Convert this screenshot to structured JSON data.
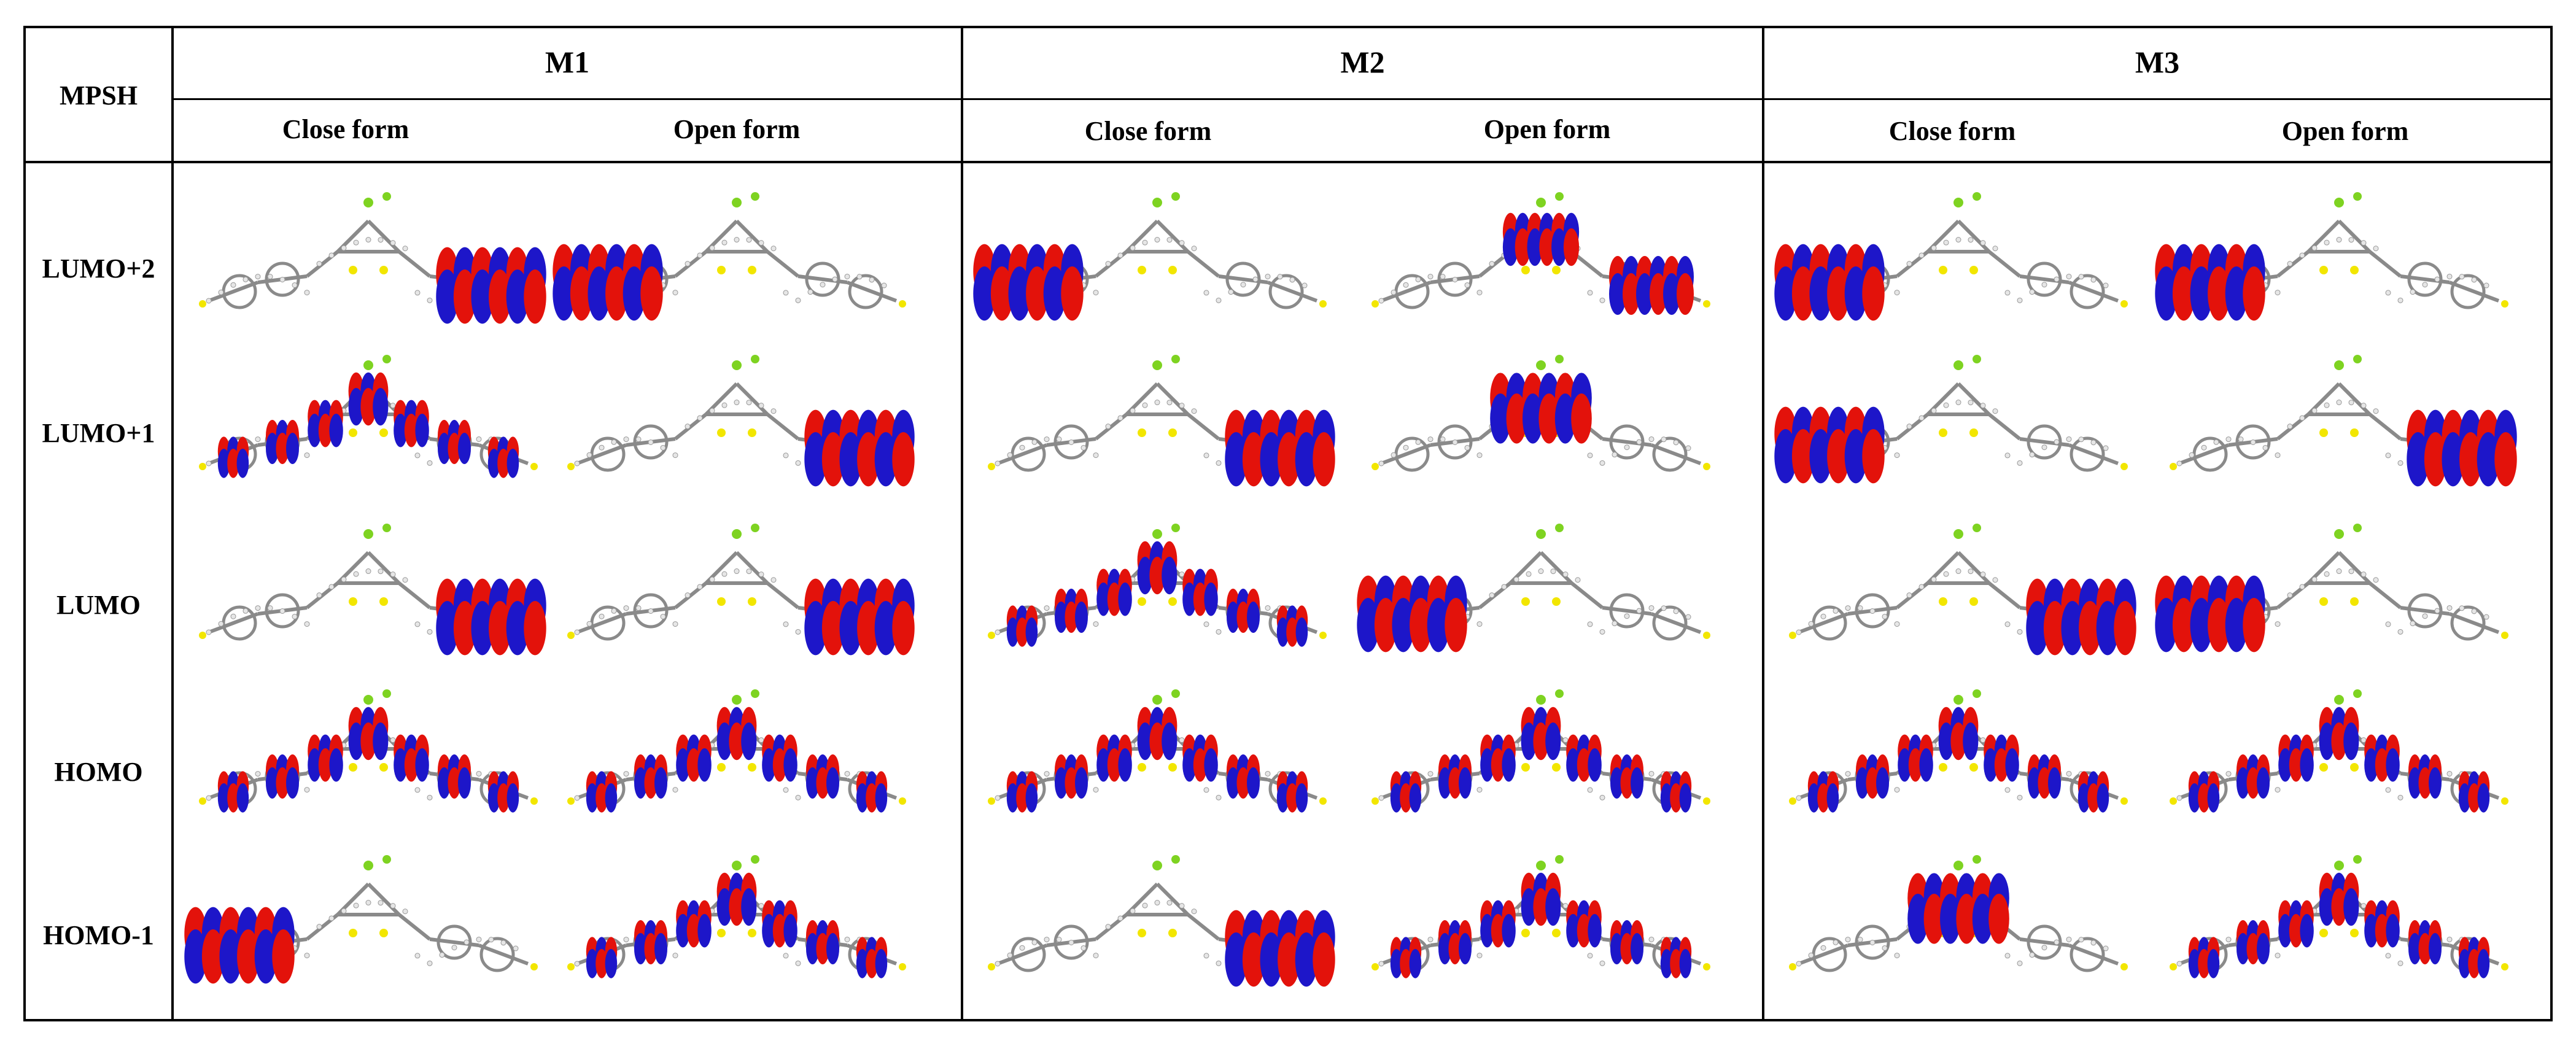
{
  "corner_label": "MPSH",
  "molecules": [
    {
      "name": "M1",
      "forms": [
        "Close form",
        "Open form"
      ]
    },
    {
      "name": "M2",
      "forms": [
        "Close form",
        "Open form"
      ]
    },
    {
      "name": "M3",
      "forms": [
        "Close form",
        "Open form"
      ]
    }
  ],
  "orbitals": [
    "LUMO+2",
    "LUMO+1",
    "LUMO",
    "HOMO",
    "HOMO-1"
  ],
  "colors": {
    "lobe_positive": "#e3120b",
    "lobe_negative": "#1d16c9",
    "carbon": "#8a8a8a",
    "hydrogen": "#e6e6e6",
    "fluorine": "#7ed321",
    "sulfur": "#f2e600",
    "grid": "#000000"
  },
  "cells": [
    [
      [
        {
          "lobes": "right"
        },
        {
          "lobes": "left"
        },
        {
          "lobes": "left"
        },
        {
          "lobes": "center-right"
        },
        {
          "lobes": "left"
        },
        {
          "lobes": "left"
        }
      ],
      [
        {
          "lobes": "spread"
        },
        {
          "lobes": "right"
        },
        {
          "lobes": "right"
        },
        {
          "lobes": "center"
        },
        {
          "lobes": "left"
        },
        {
          "lobes": "right"
        }
      ],
      [
        {
          "lobes": "right"
        },
        {
          "lobes": "right"
        },
        {
          "lobes": "spread"
        },
        {
          "lobes": "left"
        },
        {
          "lobes": "right"
        },
        {
          "lobes": "left"
        }
      ],
      [
        {
          "lobes": "spread"
        },
        {
          "lobes": "spread"
        },
        {
          "lobes": "spread"
        },
        {
          "lobes": "spread"
        },
        {
          "lobes": "spread"
        },
        {
          "lobes": "spread"
        }
      ],
      [
        {
          "lobes": "left"
        },
        {
          "lobes": "spread"
        },
        {
          "lobes": "right"
        },
        {
          "lobes": "spread"
        },
        {
          "lobes": "center"
        },
        {
          "lobes": "spread"
        }
      ]
    ]
  ]
}
